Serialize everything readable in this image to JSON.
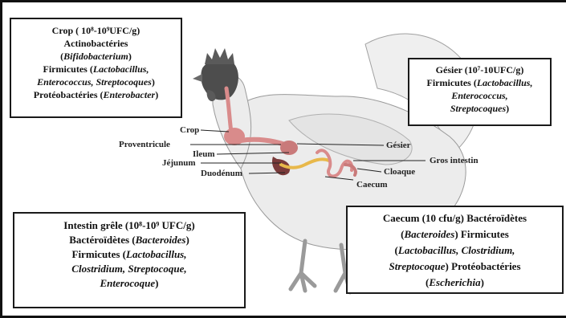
{
  "boxes": {
    "crop": {
      "title": "Crop ( 10⁸-10⁹UFC/g)",
      "line1": "Actinobactéries",
      "line2_open": "(",
      "line2_italic": "Bifidobacterium",
      "line2_close": ")",
      "line3_plain": "Firmicutes (",
      "line3_italic": "Lactobacillus,",
      "line4_italic": "Enterococcus, Streptocoques",
      "line4_close": ")",
      "line5_plain": "Protéobactéries (",
      "line5_italic": "Enterobacter",
      "line5_close": ")"
    },
    "gesier": {
      "title": "Gésier (10⁷-10UFC/g)",
      "line1_plain": "Firmicutes (",
      "line1_italic": "Lactobacillus,",
      "line2_italic": "Enterococcus,",
      "line3_italic": "Streptocoques",
      "line3_close": ")"
    },
    "intestin": {
      "title": "Intestin grêle (10⁸-10⁹ UFC/g)",
      "line1_plain": "Bactéroïdètes (",
      "line1_italic": "Bacteroides",
      "line1_close": ")",
      "line2_plain": "Firmicutes (",
      "line2_italic": "Lactobacillus,",
      "line3_italic": "Clostridium, Streptocoque,",
      "line4_italic": "Enterocoque",
      "line4_close": ")"
    },
    "caecum": {
      "title": "Caecum (10 cfu/g) Bactéroïdètes",
      "line1_open": "(",
      "line1_italic": "Bacteroides",
      "line1_close": ") Firmicutes",
      "line2_open": "(",
      "line2_italic": "Lactobacillus, Clostridium,",
      "line3_italic": "Streptocoque",
      "line3_close": ") Protéobactéries",
      "line4_open": "(",
      "line4_italic": "Escherichia",
      "line4_close": ")"
    }
  },
  "labels": {
    "crop": "Crop",
    "proventricule": "Proventricule",
    "ileum": "Ileum",
    "jejunum": "Jéjunum",
    "duodenum": "Duodénum",
    "gesier": "Gésier",
    "gros_intestin": "Gros intestin",
    "cloaque": "Cloaque",
    "caecum": "Caecum"
  },
  "colors": {
    "body": "#ececec",
    "outline": "#9a9a9a",
    "head": "#4a4a4a",
    "comb": "#5a5a5a",
    "organ_pink": "#d98b8b",
    "organ_dark": "#7a3a3a",
    "organ_yellow": "#e8b84a"
  }
}
